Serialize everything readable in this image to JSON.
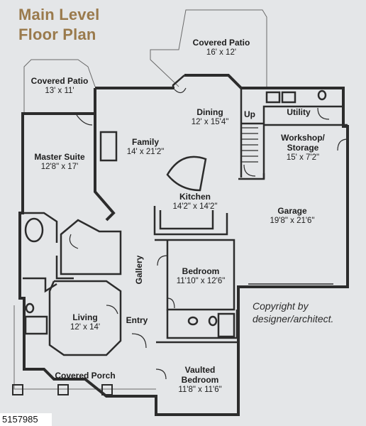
{
  "title": {
    "line1": "Main Level",
    "line2": "Floor Plan"
  },
  "rooms": {
    "covered_patio_top": {
      "name": "Covered Patio",
      "dims": "16' x 12'"
    },
    "covered_patio_left": {
      "name": "Covered Patio",
      "dims": "13' x 11'"
    },
    "dining": {
      "name": "Dining",
      "dims": "12' x 15'4\""
    },
    "utility": {
      "name": "Utility"
    },
    "family": {
      "name": "Family",
      "dims": "14' x 21'2\""
    },
    "workshop": {
      "name": "Workshop/",
      "name2": "Storage",
      "dims": "15' x 7'2\""
    },
    "master_suite": {
      "name": "Master Suite",
      "dims": "12'8\" x 17'"
    },
    "kitchen": {
      "name": "Kitchen",
      "dims": "14'2\" x 14'2\""
    },
    "garage": {
      "name": "Garage",
      "dims": "19'8\" x 21'6\""
    },
    "bedroom": {
      "name": "Bedroom",
      "dims": "11'10\" x 12'6\""
    },
    "gallery": {
      "name": "Gallery"
    },
    "living": {
      "name": "Living",
      "dims": "12' x 14'"
    },
    "entry": {
      "name": "Entry"
    },
    "covered_porch": {
      "name": "Covered Porch"
    },
    "vaulted_bedroom": {
      "name": "Vaulted",
      "name2": "Bedroom",
      "dims": "11'8\" x 11'6\""
    }
  },
  "stair_label": "Up",
  "copyright": {
    "line1": "Copyright by",
    "line2": "designer/architect."
  },
  "listing_id": "5157985",
  "colors": {
    "background": "#e4e6e8",
    "wall": "#2c2c2c",
    "title": "#9a7a4c"
  }
}
